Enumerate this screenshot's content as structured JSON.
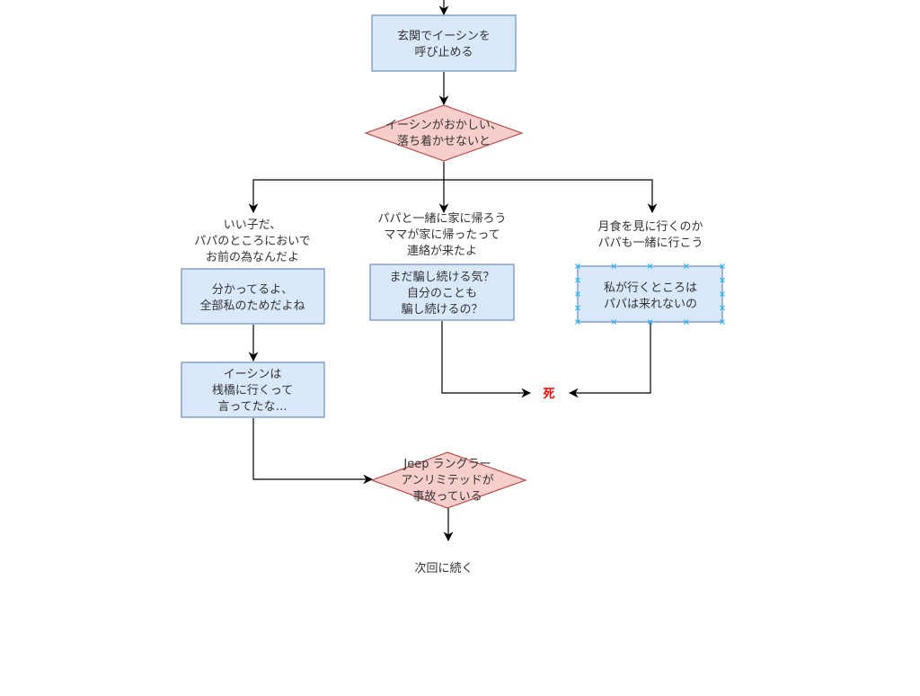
{
  "diagram": {
    "colors": {
      "process_fill": "#dae8fc",
      "process_stroke": "#6c8ebf",
      "decision_fill": "#f8cecc",
      "decision_stroke": "#b85450",
      "death_text": "#ff0000",
      "selection_handle": "#29b6f2"
    },
    "nodes": {
      "stop_at_entrance": {
        "type": "process",
        "lines": [
          "玄関でイーシンを",
          "呼び止める"
        ]
      },
      "ishin_strange": {
        "type": "decision",
        "lines": [
          "イーシンがおかしい、",
          "落ち着かせないと"
        ]
      },
      "branch_left_label": {
        "type": "text",
        "lines": [
          "いい子だ、",
          "パパのところにおいで",
          "お前の為なんだよ"
        ]
      },
      "branch_mid_label": {
        "type": "text",
        "lines": [
          "パパと一緒に家に帰ろう",
          "ママが家に帰ったって",
          "連絡が来たよ"
        ]
      },
      "branch_right_label": {
        "type": "text",
        "lines": [
          "月食を見に行くのか",
          "パパも一緒に行こう"
        ]
      },
      "understand": {
        "type": "process",
        "lines": [
          "分かってるよ、",
          "全部私のためだよね"
        ]
      },
      "still_deceive": {
        "type": "process",
        "lines": [
          "まだ騙し続ける気？",
          "自分のことも",
          "騙し続けるの？"
        ]
      },
      "papa_cannot_come": {
        "type": "process",
        "selected": true,
        "lines": [
          "私が行くところは",
          "パパは来れないの"
        ]
      },
      "pier": {
        "type": "process",
        "lines": [
          "イーシンは",
          "桟橋に行くって",
          "言ってたな…"
        ]
      },
      "death": {
        "type": "text",
        "lines": [
          "死"
        ]
      },
      "jeep_accident": {
        "type": "decision",
        "lines": [
          "Jeep ラングラー",
          "アンリミテッドが",
          "事故っている"
        ]
      },
      "to_be_continued": {
        "type": "text",
        "lines": [
          "次回に続く"
        ]
      }
    },
    "edges": [
      {
        "from": "above",
        "to": "stop_at_entrance"
      },
      {
        "from": "stop_at_entrance",
        "to": "ishin_strange"
      },
      {
        "from": "ishin_strange",
        "to": "branch_left_label"
      },
      {
        "from": "ishin_strange",
        "to": "branch_mid_label"
      },
      {
        "from": "ishin_strange",
        "to": "branch_right_label"
      },
      {
        "from": "understand",
        "to": "pier"
      },
      {
        "from": "still_deceive",
        "to": "death"
      },
      {
        "from": "papa_cannot_come",
        "to": "death"
      },
      {
        "from": "pier",
        "to": "jeep_accident"
      },
      {
        "from": "jeep_accident",
        "to": "to_be_continued"
      }
    ]
  }
}
